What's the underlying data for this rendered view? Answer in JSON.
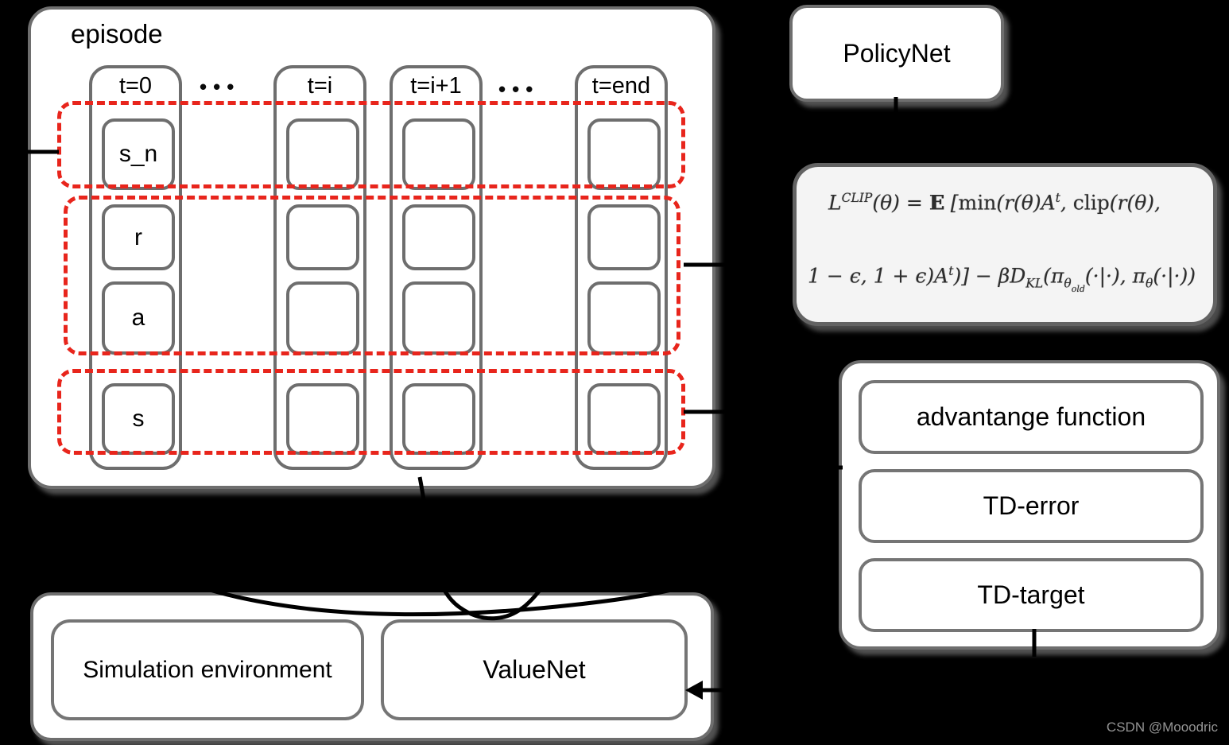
{
  "episode": {
    "label": "episode",
    "ellipsis": "•••",
    "columns": [
      {
        "label": "t=0",
        "cells": [
          "s_n",
          "r",
          "a",
          "s"
        ]
      },
      {
        "label": "t=i",
        "cells": [
          "",
          "",
          "",
          ""
        ]
      },
      {
        "label": "t=i+1",
        "cells": [
          "",
          "",
          "",
          ""
        ]
      },
      {
        "label": "t=end",
        "cells": [
          "",
          "",
          "",
          ""
        ]
      }
    ]
  },
  "policy_net": {
    "label": "PolicyNet"
  },
  "formula": {
    "line1": [
      {
        "v": "L"
      },
      {
        "sup": "CLIP"
      },
      {
        "v": "(θ) = "
      },
      {
        "bb": "E"
      },
      {
        "v": " ["
      },
      {
        "rm": "min"
      },
      {
        "v": "(r(θ)A"
      },
      {
        "sup": "t"
      },
      {
        "v": ", "
      },
      {
        "rm": "clip"
      },
      {
        "v": "(r(θ),"
      }
    ],
    "line2": [
      {
        "v": "1 − ϵ, 1 + ϵ)A"
      },
      {
        "sup": "t"
      },
      {
        "v": ")] − βD"
      },
      {
        "sub": "KL"
      },
      {
        "v": "(π"
      },
      {
        "sub": "θ"
      },
      {
        "sub2": "old"
      },
      {
        "v": "(·|·), π"
      },
      {
        "sub": "θ"
      },
      {
        "v": "(·|·))"
      }
    ]
  },
  "advantage_panel": {
    "items": [
      {
        "label": "advantange function"
      },
      {
        "label": "TD-error"
      },
      {
        "label": "TD-target"
      }
    ]
  },
  "bottom_panel": {
    "items": [
      {
        "label": "Simulation environment"
      },
      {
        "label": "ValueNet"
      }
    ]
  },
  "watermark": "CSDN @Mooodric",
  "colors": {
    "background": "#000000",
    "box_fill": "#ffffff",
    "box_border": "#6e6e6e",
    "formula_fill": "#f4f4f4",
    "accent_red": "#e8251c",
    "connector_black": "#000000",
    "watermark_gray": "#949494"
  }
}
